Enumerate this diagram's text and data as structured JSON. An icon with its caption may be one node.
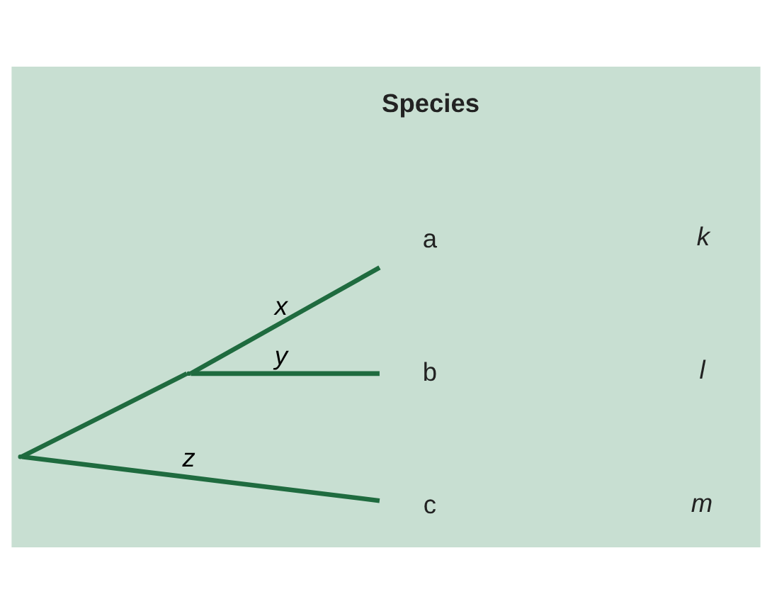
{
  "diagram": {
    "nodes": [
      {
        "text": [],
        "shape": "point"
      },
      {
        "text": [],
        "shape": "point"
      },
      {
        "text": [
          "a"
        ]
      },
      {
        "text": [
          "b"
        ]
      },
      {
        "text": [
          "c"
        ]
      }
    ],
    "edges": [
      {
        "from": 0,
        "to": 1,
        "arrow": "none"
      },
      {
        "from": 1,
        "to": 2,
        "arrow": "none",
        "label": "x"
      },
      {
        "from": 1,
        "to": 3,
        "arrow": "none",
        "label": "y"
      },
      {
        "from": 0,
        "to": 4,
        "arrow": "none",
        "label": "z"
      }
    ],
    "labels": [
      "Species",
      "k",
      "l",
      "m"
    ]
  }
}
